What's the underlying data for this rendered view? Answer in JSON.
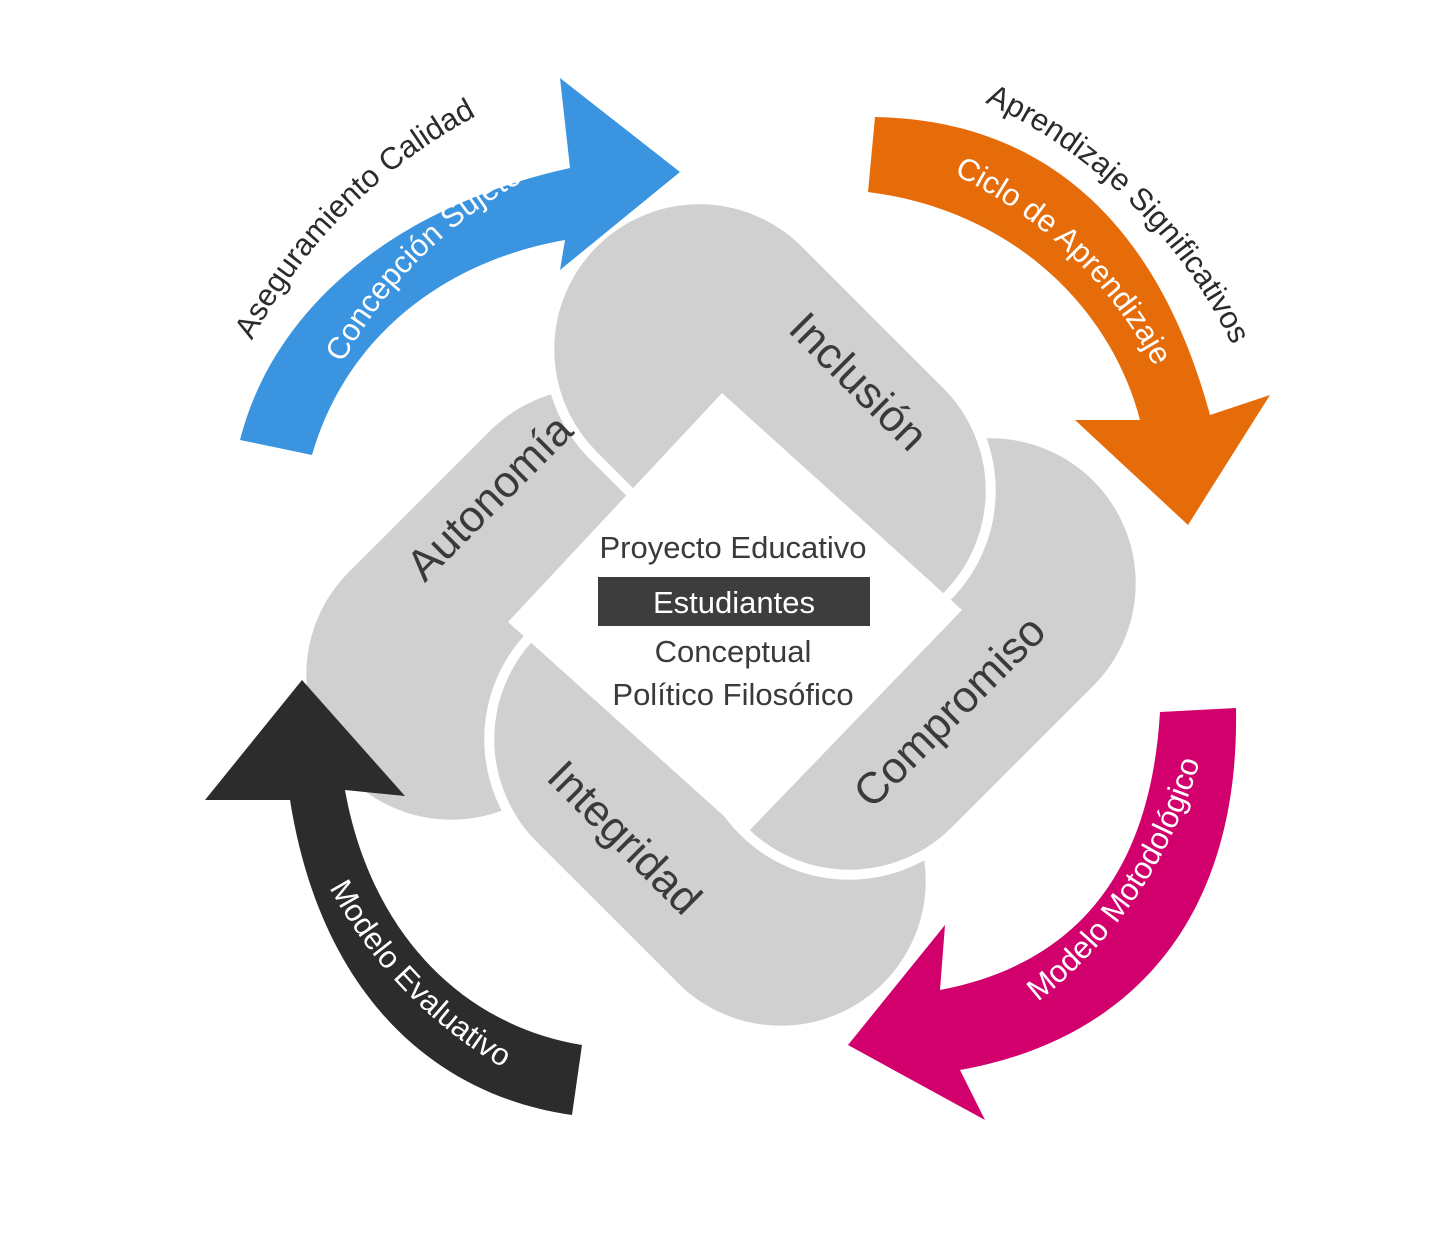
{
  "center": {
    "line1": "Proyecto Educativo",
    "badge": "Estudiantes",
    "line3": "Conceptual",
    "line4": "Político Filosófico",
    "badge_color": "#3d3d3d"
  },
  "pillars": {
    "top": "Inclusión",
    "right": "Compromiso",
    "bottom": "Integridad",
    "left": "Autonomía",
    "color": "#d0d0d0"
  },
  "arrows": {
    "top_left": {
      "inner": "Concepción Sujeto",
      "outer": "Aseguramiento Calidad",
      "color": "#3a94e0"
    },
    "top_right": {
      "inner": "Ciclo de Aprendizaje",
      "outer": "Aprendizaje Significativos",
      "color": "#e66c0a"
    },
    "bottom_right": {
      "inner": "Modelo Motodológico",
      "color": "#d1006c"
    },
    "bottom_left": {
      "inner": "Modelo Evaluativo",
      "color": "#2c2c2c"
    }
  }
}
